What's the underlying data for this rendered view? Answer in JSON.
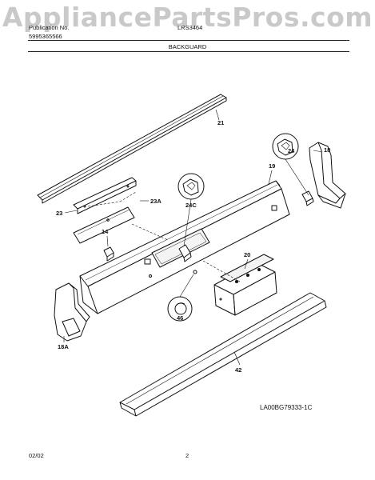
{
  "watermark": "AppliancePartsPros.com",
  "header": {
    "left_line1": "Publication No.",
    "left_line2": "5995365566",
    "right_line1": "LRS3464",
    "section": "BACKGUARD"
  },
  "callouts": [
    "21",
    "24",
    "18",
    "19",
    "23A",
    "23",
    "24C",
    "14",
    "20",
    "18A",
    "46",
    "42"
  ],
  "drawing_code": "LA00BG79333-1C",
  "footer": {
    "date": "02/02",
    "page": "2"
  }
}
